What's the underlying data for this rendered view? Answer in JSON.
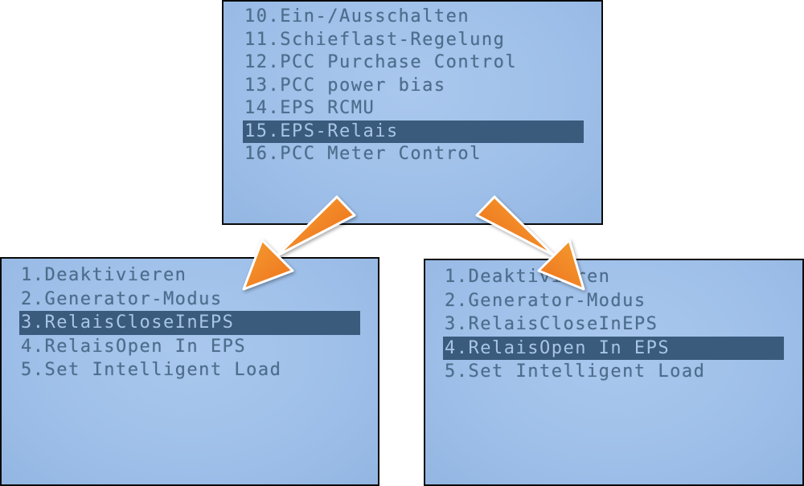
{
  "screens": {
    "top": {
      "items": [
        "10.Ein-/Ausschalten",
        "11.Schieflast-Regelung",
        "12.PCC Purchase Control",
        "13.PCC power bias",
        "14.EPS RCMU",
        "15.EPS-Relais",
        "16.PCC Meter Control"
      ],
      "selected_index": 5
    },
    "left": {
      "items": [
        "1.Deaktivieren",
        "2.Generator-Modus",
        "3.RelaisCloseInEPS",
        "4.RelaisOpen In EPS",
        "5.Set Intelligent Load"
      ],
      "selected_index": 2
    },
    "right": {
      "items": [
        "1.Deaktivieren",
        "2.Generator-Modus",
        "3.RelaisCloseInEPS",
        "4.RelaisOpen In EPS",
        "5.Set Intelligent Load"
      ],
      "selected_index": 3
    }
  },
  "colors": {
    "lcd_background": "#a3c3eb",
    "lcd_text": "#4d6d8c",
    "highlight_bar": "#3a5b7c",
    "arrow_fill": "#f07a1c",
    "arrow_outline": "#ffffff"
  },
  "arrows": [
    {
      "name": "arrow-icon-left",
      "direction": "down-left"
    },
    {
      "name": "arrow-icon-right",
      "direction": "down-right"
    }
  ]
}
